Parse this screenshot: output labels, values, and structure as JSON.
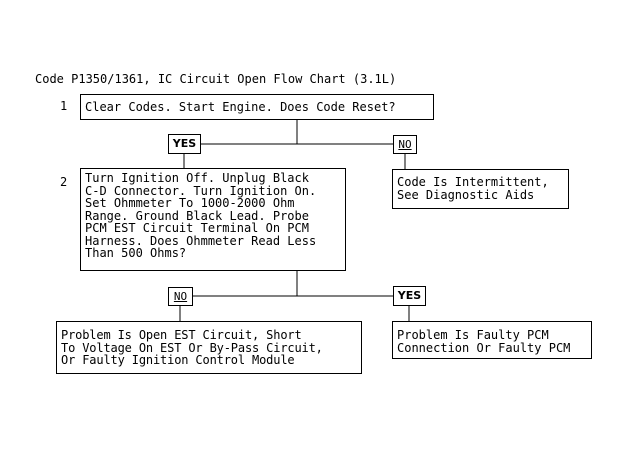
{
  "title": "Code P1350/1361, IC Circuit Open Flow Chart (3.1L)",
  "steps": [
    {
      "number": "1",
      "text": "Clear Codes. Start Engine. Does Code Reset?"
    },
    {
      "number": "2",
      "text": "Turn Ignition Off. Unplug Black\nC-D Connector. Turn Ignition On.\nSet Ohmmeter To 1000-2000 Ohm\nRange. Ground Black Lead. Probe\nPCM EST Circuit Terminal On PCM\nHarness. Does Ohmmeter Read Less\nThan 500 Ohms?"
    }
  ],
  "branches": {
    "step1_yes": "YES",
    "step1_no": "NO",
    "step2_no": "NO",
    "step2_yes": "YES"
  },
  "outcomes": {
    "intermittent": "Code Is Intermittent,\nSee Diagnostic Aids",
    "open_est": "Problem Is Open EST Circuit, Short\nTo Voltage On EST Or By-Pass Circuit,\nOr Faulty Ignition Control Module",
    "faulty_pcm": "Problem Is Faulty PCM\nConnection Or Faulty PCM"
  }
}
